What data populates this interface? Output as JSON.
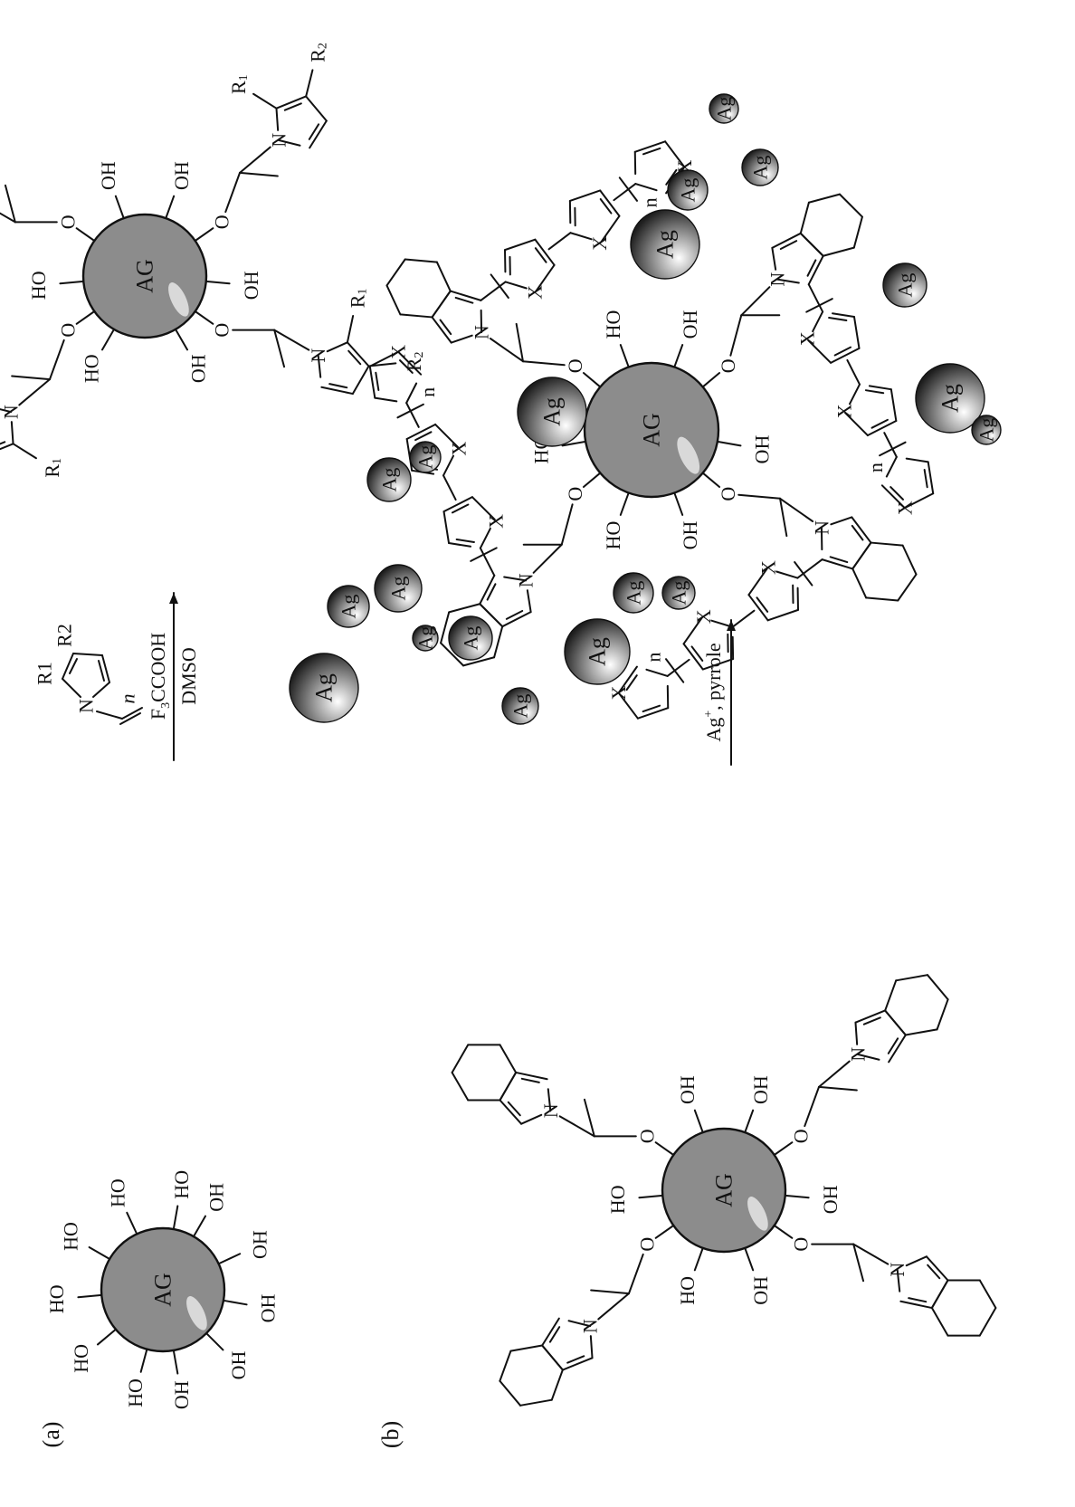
{
  "panels": [
    {
      "id": "a",
      "label": "(a)"
    },
    {
      "id": "b",
      "label": "(b)"
    }
  ],
  "core_label": "AG",
  "silver_label": "Ag",
  "hydroxyl": {
    "oh": "OH",
    "ho": "HO"
  },
  "atoms": {
    "O": "O",
    "N": "N",
    "X": "X"
  },
  "substituents": {
    "r1": "R",
    "r2": "R",
    "r1_sub": "1",
    "r2_sub": "2"
  },
  "repeat_index": "n",
  "reaction_a": {
    "reagent_prefix": "F",
    "reagent_sub": "3",
    "reagent_suffix": "CCOOH",
    "solvent": "DMSO"
  },
  "reaction_b": {
    "reagent_ion": "Ag",
    "reagent_charge": "+",
    "reagent_rest": ", pyrrole"
  },
  "colors": {
    "core_fill": "#8c8c8c",
    "highlight": "#d9d9d9",
    "ink": "#111111"
  }
}
